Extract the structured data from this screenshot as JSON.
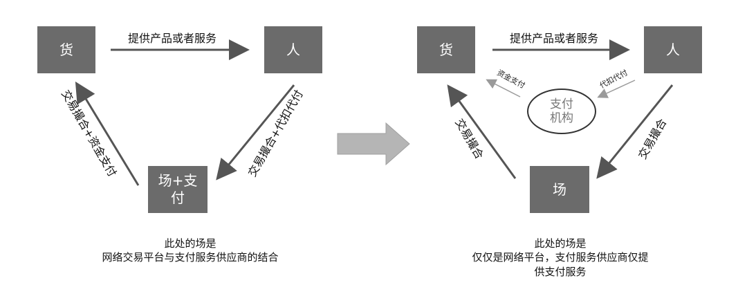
{
  "left": {
    "box_goods": "货",
    "box_people": "人",
    "box_place": "场+支\n付",
    "label_top": "提供产品或者服务",
    "label_left": "交易撮合+资金支付",
    "label_right": "交易撮合+代扣代付",
    "caption_line1": "此处的场是",
    "caption_line2": "网络交易平台与支付服务供应商的结合"
  },
  "right": {
    "box_goods": "货",
    "box_people": "人",
    "box_place": "场",
    "label_top": "提供产品或者服务",
    "label_left": "交易撮合",
    "label_right": "交易撮合",
    "inner_label_left": "资金支付",
    "inner_label_right": "代扣代付",
    "ellipse_text": "支付\n机构",
    "caption_line1": "此处的场是",
    "caption_line2": "仅仅是网络平台，支付服务供应商仅提",
    "caption_line3": "供支付服务"
  },
  "colors": {
    "box": "#6b6b6b",
    "arrow": "#555555",
    "light_arrow": "#9a9a9a",
    "big_arrow": "#b5b5b5"
  }
}
